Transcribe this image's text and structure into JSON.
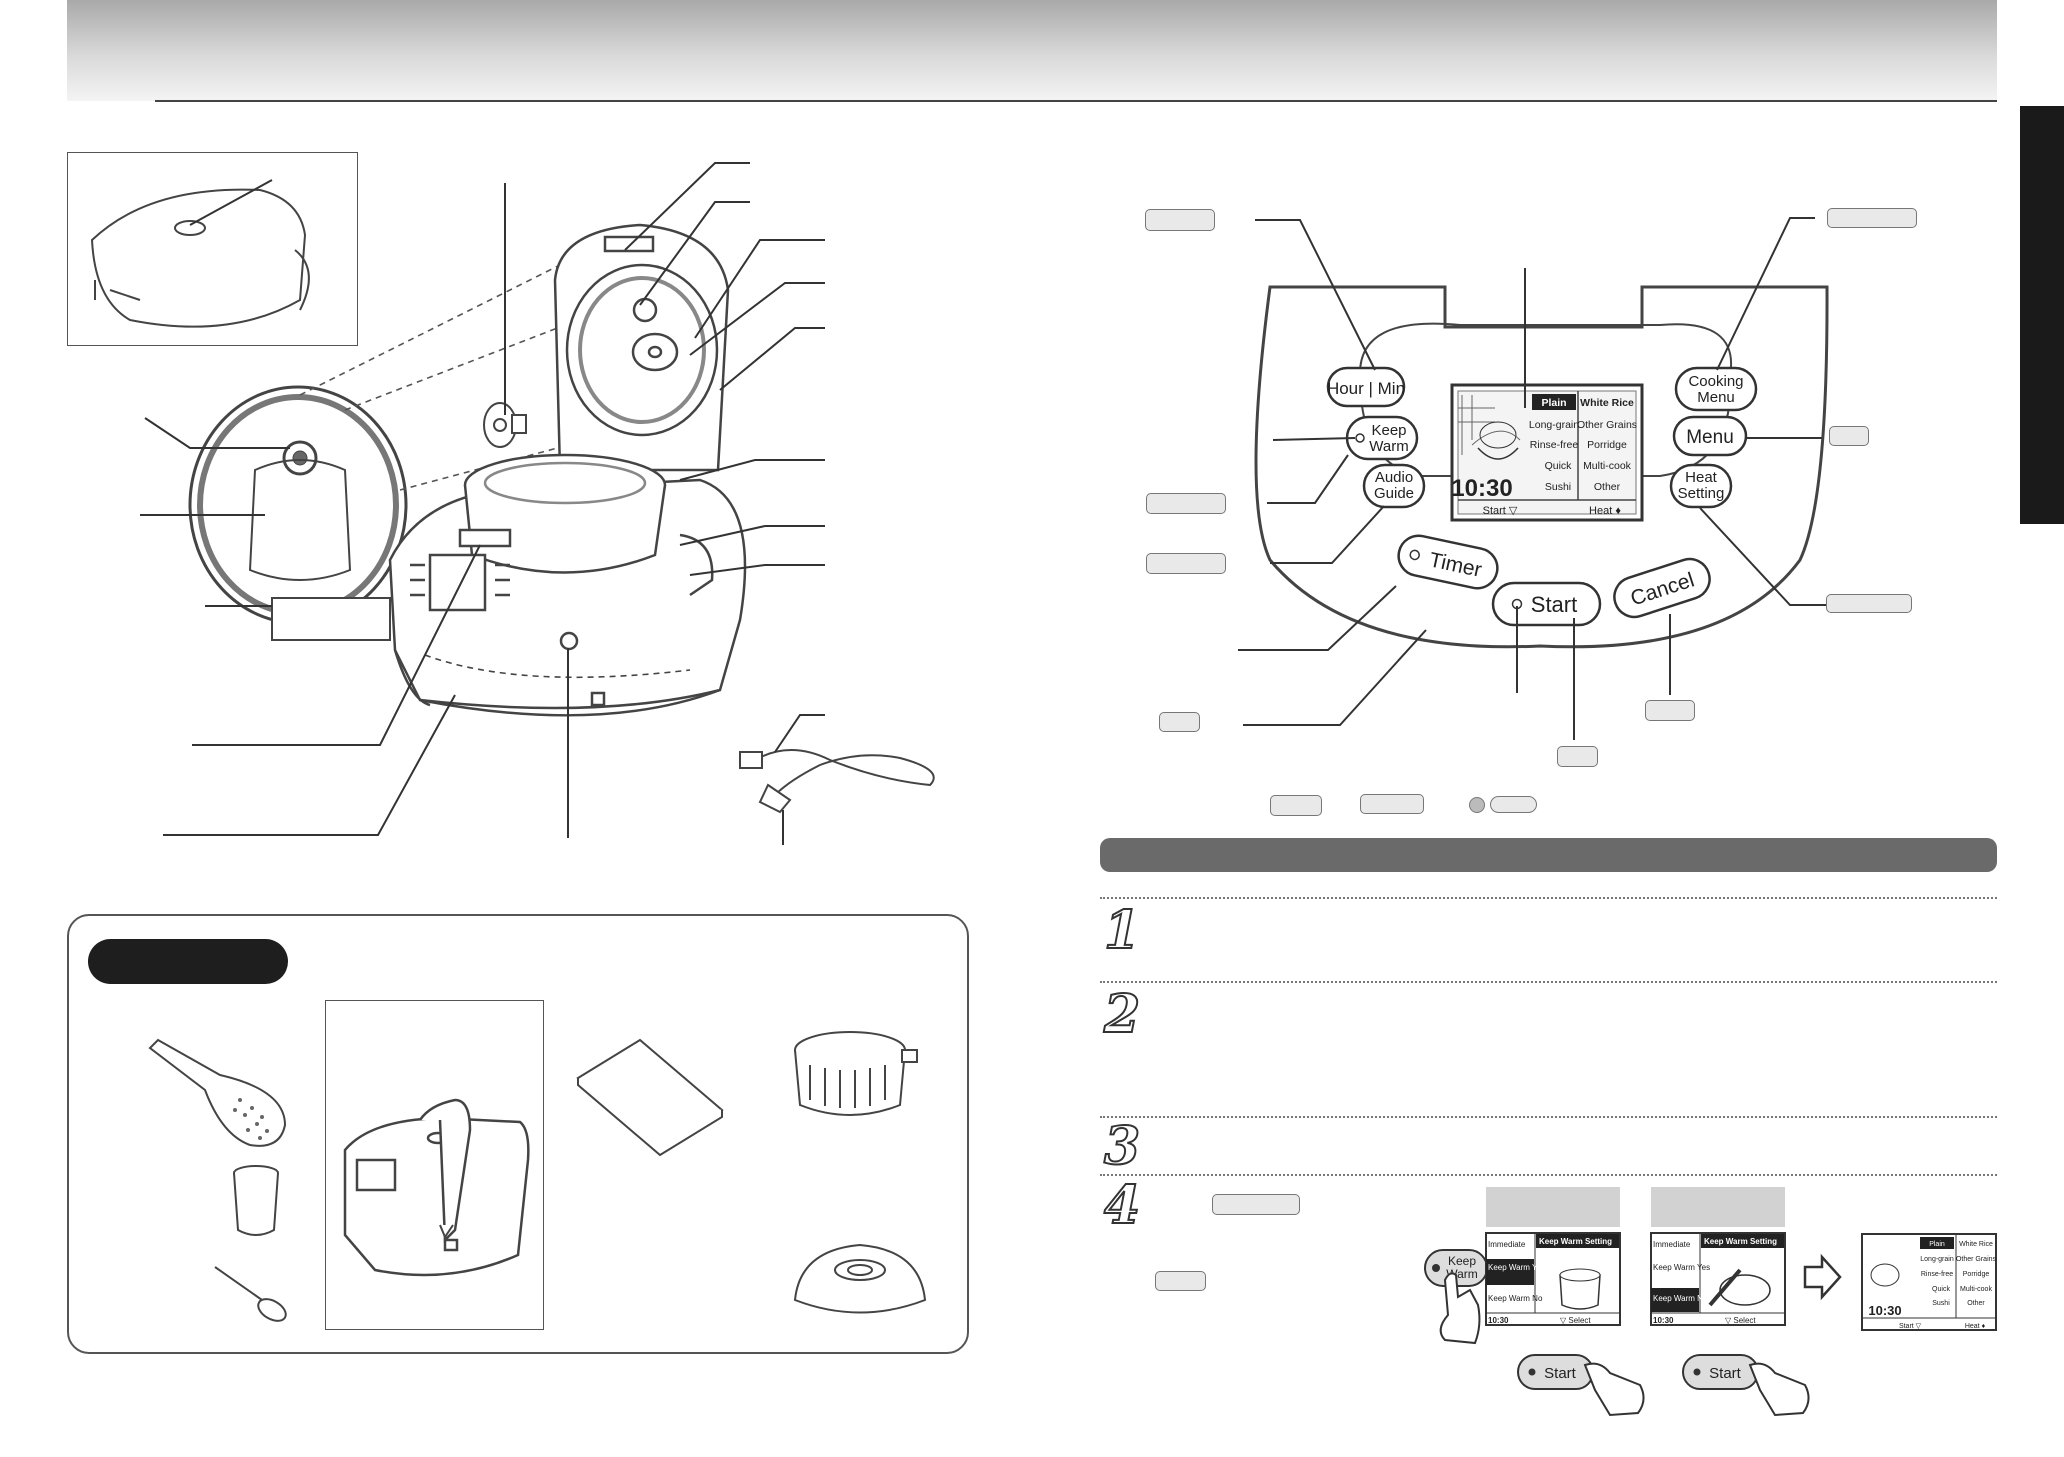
{
  "control_panel": {
    "buttons": {
      "hour_min": "Hour | Min",
      "keep_warm": [
        "Keep",
        "Warm"
      ],
      "audio_guide": [
        "Audio",
        "Guide"
      ],
      "cooking_menu": [
        "Cooking",
        "Menu"
      ],
      "menu": "Menu",
      "heat_setting": [
        "Heat",
        "Setting"
      ],
      "timer": "Timer",
      "start": "Start",
      "cancel": "Cancel"
    },
    "lcd": {
      "left_items": [
        "Plain",
        "Long-grain",
        "Rinse-free",
        "Quick",
        "Sushi"
      ],
      "right_items": [
        "White Rice",
        "Other Grains",
        "Porridge",
        "Multi-cook",
        "Other"
      ],
      "time": "10:30",
      "bottom_left": "Start ▽",
      "bottom_right": "Heat ♦"
    }
  },
  "steps": [
    "1",
    "2",
    "3",
    "4"
  ],
  "step4": {
    "screen_a": {
      "menu": [
        "Immediate",
        "Keep Warm Yes",
        "Keep Warm No"
      ],
      "header": "Keep Warm Setting",
      "time": "10:30",
      "select": "▽ Select"
    },
    "screen_b": {
      "menu": [
        "Immediate",
        "Keep Warm Yes",
        "Keep Warm No"
      ],
      "header": "Keep Warm Setting",
      "time": "10:30",
      "select": "▽ Select"
    },
    "screen_c": {
      "left_items": [
        "Plain",
        "Long-grain",
        "Rinse-free",
        "Quick",
        "Sushi"
      ],
      "right_items": [
        "White Rice",
        "Other Grains",
        "Porridge",
        "Multi-cook",
        "Other"
      ],
      "time": "10:30",
      "bottom_left": "Start ▽",
      "bottom_right": "Heat ♦"
    },
    "keep_warm_button": [
      "Keep",
      "Warm"
    ],
    "start_button": "Start"
  },
  "icons": [
    "arrow-right-icon",
    "hand-press-icon"
  ]
}
